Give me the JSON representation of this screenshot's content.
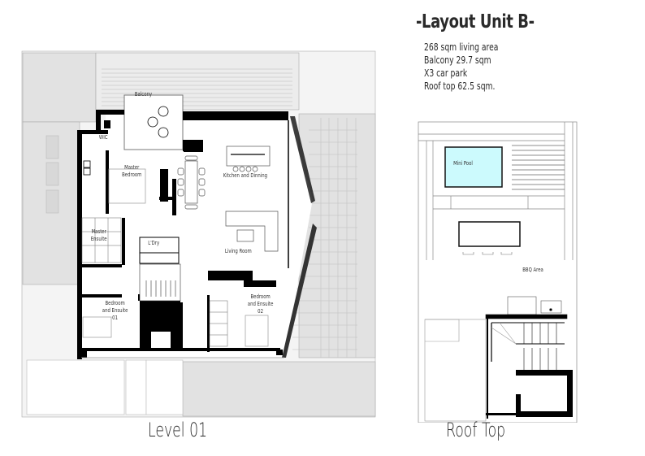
{
  "header": {
    "title": "-Layout Unit B-",
    "specs": [
      "268 sqm living area",
      "Balcony 29.7 sqm",
      "X3 car park",
      "Roof top 62.5 sqm."
    ]
  },
  "level01": {
    "caption": "Level 01",
    "rooms": {
      "balcony": "Balcony",
      "wic": "WIC",
      "master_bedroom": [
        "Master",
        "Bedroom"
      ],
      "master_ensuite": [
        "Master",
        "Ensuite"
      ],
      "kitchen": "Kitchen and Dinning",
      "living": "Living Room",
      "laundry": "L'Dry",
      "bed01": [
        "Bedroom",
        "and Ensuite",
        "01"
      ],
      "bed02": [
        "Bedroom",
        "and Ensuite",
        "02"
      ]
    }
  },
  "rooftop": {
    "caption": "Roof Top",
    "rooms": {
      "pool": "Mini Pool",
      "bbq": "BBQ Area"
    }
  },
  "colors": {
    "pool_fill": "#ccfafd",
    "wall": "#000000",
    "context_gray": "#e0e0e0",
    "line": "#888888"
  }
}
